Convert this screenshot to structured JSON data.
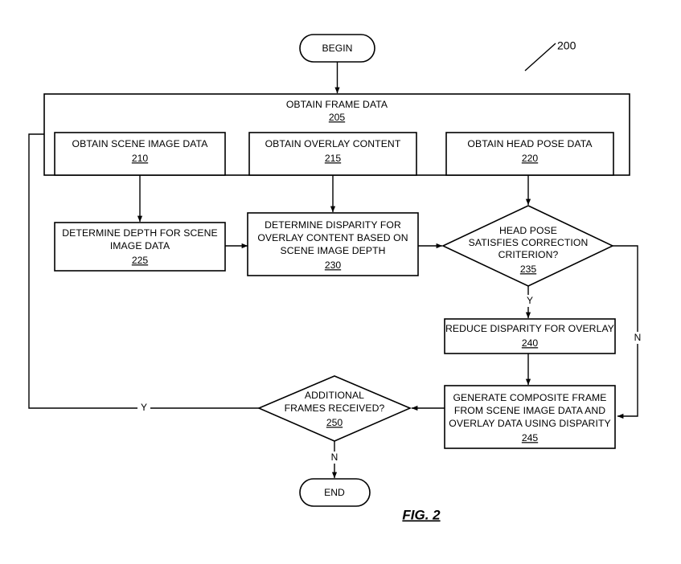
{
  "figure": {
    "caption": "FIG. 2",
    "callout_number": "200"
  },
  "terminals": {
    "begin": "BEGIN",
    "end": "END"
  },
  "nodes": {
    "obtain_frame_data": {
      "lines": [
        "OBTAIN FRAME DATA"
      ],
      "ref": "205"
    },
    "obtain_scene_image_data": {
      "lines": [
        "OBTAIN SCENE IMAGE DATA"
      ],
      "ref": "210"
    },
    "obtain_overlay_content": {
      "lines": [
        "OBTAIN OVERLAY CONTENT"
      ],
      "ref": "215"
    },
    "obtain_head_pose_data": {
      "lines": [
        "OBTAIN HEAD POSE DATA"
      ],
      "ref": "220"
    },
    "determine_depth": {
      "lines": [
        "DETERMINE DEPTH FOR SCENE",
        "IMAGE DATA"
      ],
      "ref": "225"
    },
    "determine_disparity": {
      "lines": [
        "DETERMINE DISPARITY FOR",
        "OVERLAY CONTENT BASED ON",
        "SCENE IMAGE  DEPTH"
      ],
      "ref": "230"
    },
    "head_pose_decision": {
      "lines": [
        "HEAD POSE",
        "SATISFIES CORRECTION",
        "CRITERION?"
      ],
      "ref": "235"
    },
    "reduce_disparity": {
      "lines": [
        "REDUCE DISPARITY FOR OVERLAY"
      ],
      "ref": "240"
    },
    "generate_composite_frame": {
      "lines": [
        "GENERATE COMPOSITE FRAME",
        "FROM SCENE IMAGE DATA AND",
        "OVERLAY DATA USING DISPARITY"
      ],
      "ref": "245"
    },
    "additional_frames_decision": {
      "lines": [
        "ADDITIONAL",
        "FRAMES RECEIVED?"
      ],
      "ref": "250"
    }
  },
  "branch_labels": {
    "head_pose_yes": "Y",
    "head_pose_no": "N",
    "additional_frames_yes": "Y",
    "additional_frames_no": "N"
  },
  "colors": {
    "stroke": "#000000",
    "fill": "#ffffff",
    "background": "#ffffff"
  }
}
